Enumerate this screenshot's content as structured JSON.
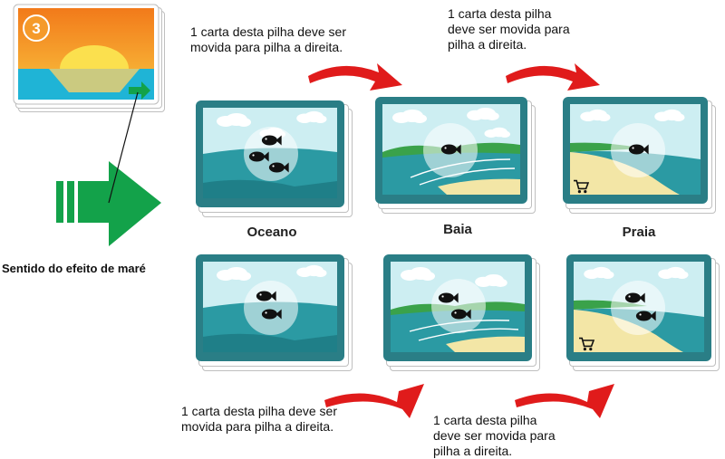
{
  "card_top": {
    "badge_number": "3",
    "badge_icon": "round-badge-icon"
  },
  "tide": {
    "label": "Sentido do efeito de maré",
    "arrow_icon": "big-green-arrow-icon"
  },
  "labels": {
    "ocean": "Oceano",
    "bay": "Baia",
    "beach": "Praia"
  },
  "notes": {
    "top_left": "1 carta desta pilha deve ser\nmovida para pilha a direita.",
    "top_right": "1 carta desta pilha\ndeve ser movida para\npilha a direita.",
    "bottom_left": "1 carta desta pilha deve ser\nmovida para pilha a direita.",
    "bottom_right": "1 carta desta pilha\ndeve ser movida para\npilha a direita."
  },
  "colors": {
    "card_border": "#2a7e86",
    "sky": "#cdeef2",
    "sea": "#2b9aa3",
    "sea_dark": "#1f7f88",
    "sand": "#f3e6a6",
    "grass": "#3aa24a",
    "arrow_red": "#e01b1b",
    "tide_green": "#13a24a",
    "sunset_orange": "#f28a1e"
  },
  "icons": {
    "fish": "fish-icon",
    "cart": "shopping-cart-icon"
  }
}
